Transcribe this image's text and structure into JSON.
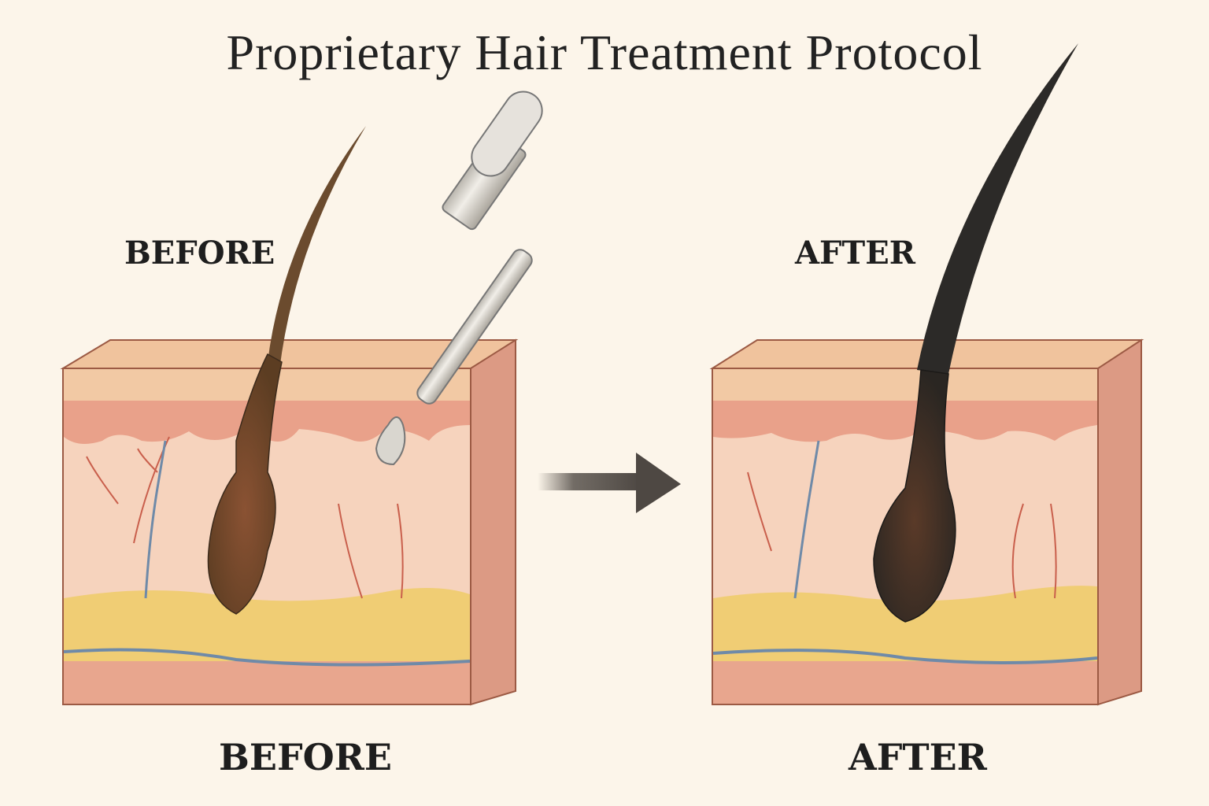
{
  "title": "Proprietary Hair Treatment Protocol",
  "labels": {
    "before_top": "BEFORE",
    "after_top": "AFTER",
    "before_bottom": "BEFORE",
    "after_bottom": "AFTER"
  },
  "illustrations": {
    "before": {
      "hair": "thin-brown-hair",
      "follicle": "small-brown-bulb"
    },
    "after": {
      "hair": "thick-dark-hair",
      "follicle": "large-dark-bulb"
    },
    "applicator": "dropper-with-droplet",
    "arrow": "right-arrow"
  },
  "colors": {
    "background": "#fcf5ea",
    "epidermis": "#f2c9a4",
    "dermis": "#f6d3bd",
    "papillary": "#e9a18a",
    "fat": "#f0cd74",
    "base": "#e8a68e",
    "vessel_red": "#c95f4c",
    "vessel_blue": "#6f8aa8",
    "hair_before": "#6b4b2e",
    "hair_after": "#2c2a28"
  }
}
